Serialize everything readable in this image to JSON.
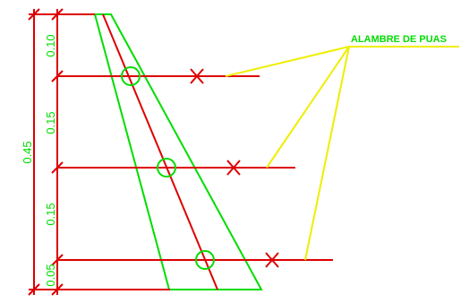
{
  "colors": {
    "background": "#ffffff",
    "dimension": "#dd0000",
    "text": "#00dd00",
    "post_outline": "#00dd00",
    "wire": "#dd0000",
    "leader": "#eeee00"
  },
  "callout": {
    "label": "ALAMBRE DE PUAS"
  },
  "dimensions": {
    "total": "0.45",
    "segments": [
      "0.10",
      "0.15",
      "0.15",
      "0.05"
    ]
  }
}
